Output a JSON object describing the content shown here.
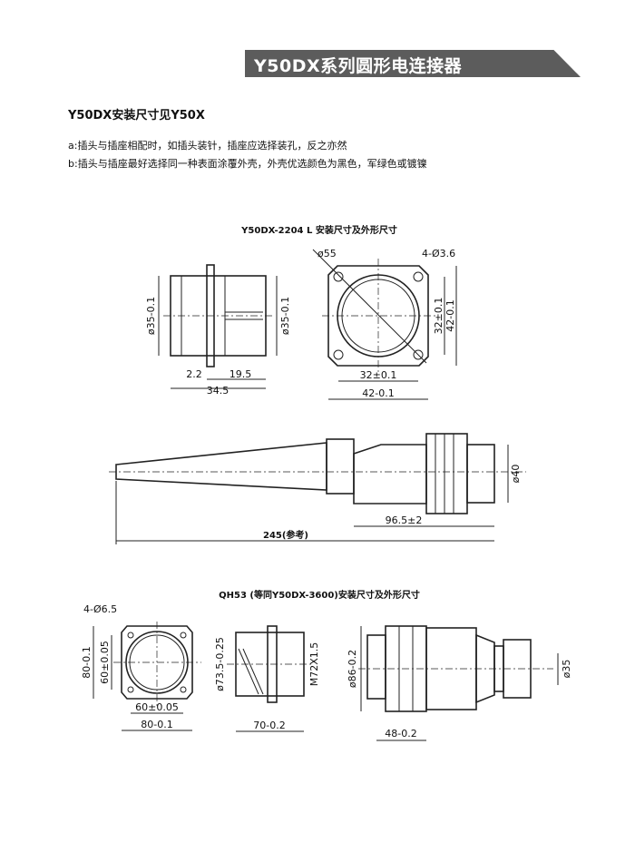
{
  "header": {
    "title": "Y50DX系列圆形电连接器"
  },
  "subtitle": "Y50DX安装尺寸见Y50X",
  "notes": [
    "a:插头与插座相配时，如插头装针，插座应选择装孔，反之亦然",
    "b:插头与插座最好选择同一种表面涂覆外壳，外壳优选颜色为黑色，军绿色或镀镍"
  ],
  "drawing1": {
    "caption": "Y50DX-2204 L 安装尺寸及外形尺寸",
    "side": {
      "dia_left": "ø35-0.1",
      "dia_right": "ø35-0.1",
      "d1": "2.2",
      "d2": "19.5",
      "total": "34.5"
    },
    "front": {
      "dia": "ø55",
      "holes": "4-Ø3.6",
      "v_inner": "32±0.1",
      "v_outer": "42-0.1",
      "h_inner": "32±0.1",
      "h_outer": "42-0.1"
    }
  },
  "drawing2": {
    "dia": "ø40",
    "length": "96.5±2",
    "total": "245(参考)"
  },
  "drawing3": {
    "caption": "QH53 (等同Y50DX-3600)安装尺寸及外形尺寸",
    "front": {
      "holes": "4-Ø6.5",
      "v_outer": "80-0.1",
      "v_inner": "60±0.05",
      "h_inner": "60±0.05",
      "h_outer": "80-0.1"
    },
    "side": {
      "dia": "ø73.5-0.25",
      "thread": "M72X1.5",
      "length": "70-0.2"
    },
    "plug": {
      "dia": "ø86-0.2",
      "cable": "ø35",
      "length": "48-0.2"
    }
  }
}
